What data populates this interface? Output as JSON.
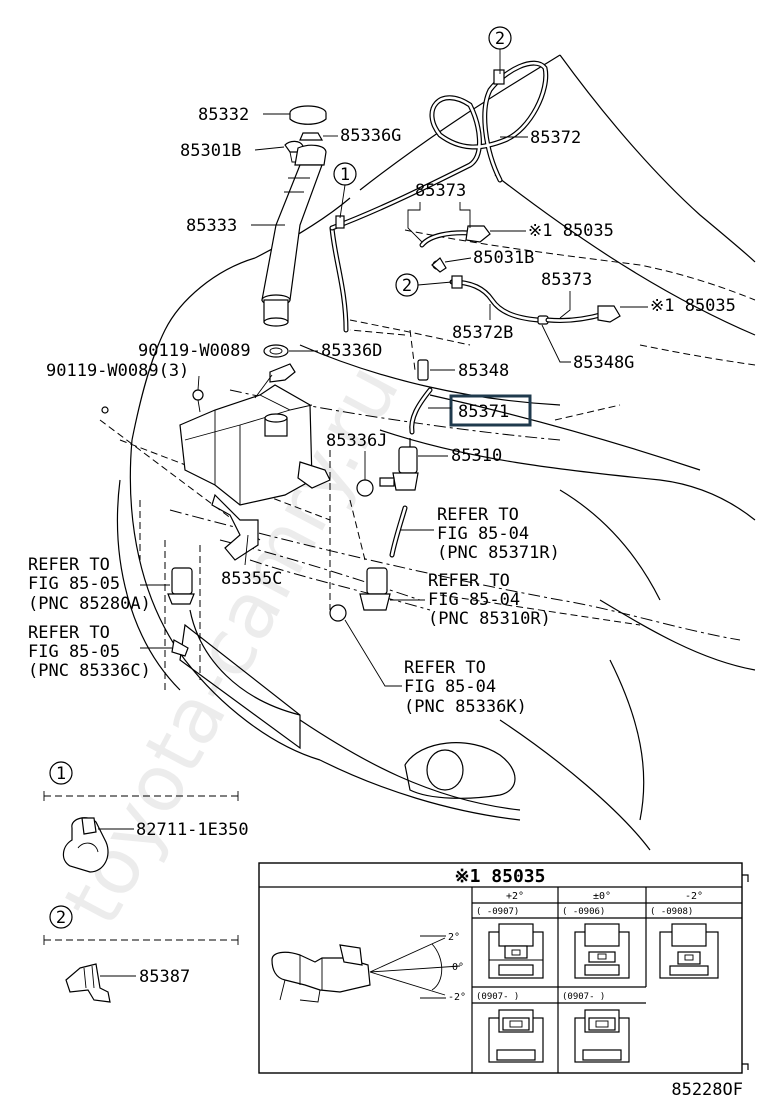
{
  "watermark": "toyota-camry.ru",
  "drawing_number": "85228OF",
  "callouts": {
    "one": "1",
    "two": "2"
  },
  "parts": {
    "p85332": "85332",
    "p85301b": "85301B",
    "p85336g": "85336G",
    "p85372": "85372",
    "p85333": "85333",
    "p85373a": "85373",
    "p85035a": "※1 85035",
    "p85031b": "85031B",
    "p85373b": "85373",
    "p85035b": "※1 85035",
    "p85372b": "85372B",
    "p85348g": "85348G",
    "p90119a": "90119-W0089",
    "p85336d": "85336D",
    "p90119b": "90119-W0089(3)",
    "p85348": "85348",
    "p85371": "85371",
    "p85336j": "85336J",
    "p85310": "85310",
    "p85355c": "85355C",
    "p82711": "82711-1E350",
    "p85387": "85387"
  },
  "refers": {
    "r1": [
      "REFER TO",
      "FIG 85-04",
      "(PNC 85371R)"
    ],
    "r2": [
      "REFER TO",
      "FIG 85-05",
      "(PNC 85280A)"
    ],
    "r3": [
      "REFER TO",
      "FIG 85-04",
      "(PNC 85310R)"
    ],
    "r4": [
      "REFER TO",
      "FIG 85-05",
      "(PNC 85336C)"
    ],
    "r5": [
      "REFER TO",
      "FIG 85-04",
      "(PNC 85336K)"
    ]
  },
  "inset": {
    "title": "※1 85035",
    "angle_top": "2°",
    "angle_mid": "0°",
    "angle_bot": "-2°",
    "col_heads": [
      "+2°",
      "±0°",
      "-2°"
    ],
    "row1_ranges": [
      "(    -0907)",
      "(    -0906)",
      "(    -0908)"
    ],
    "row2_ranges": [
      "(0907-    )",
      "(0907-    )"
    ]
  },
  "highlight_color": "#1f3a4d"
}
